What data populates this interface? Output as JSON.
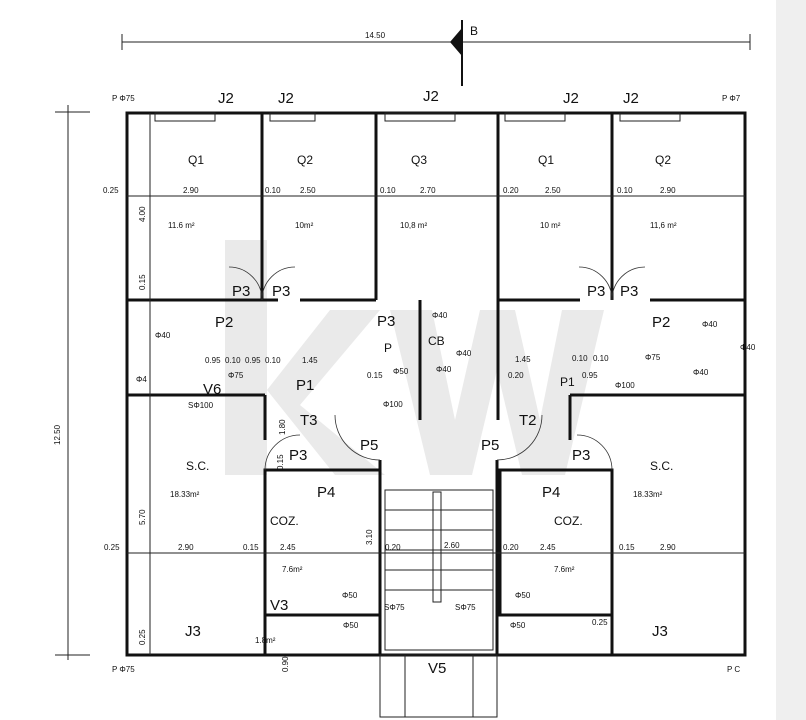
{
  "plan": {
    "overall_width": "14.50",
    "overall_depth": "12.50",
    "section_mark": "B",
    "watermark": "kw",
    "corner_pipes": [
      "P Φ75",
      "P Φ7",
      "P Φ75",
      "P C"
    ],
    "windows_top": [
      "J2",
      "J2",
      "J2",
      "J2",
      "J2"
    ],
    "rooms": {
      "q1_left": {
        "name": "Q1",
        "area": "11.6  m²",
        "dims": [
          "0.25",
          "2.90",
          "4.00"
        ]
      },
      "q2_left": {
        "name": "Q2",
        "area": "10m²",
        "dims": [
          "0.10",
          "2.50"
        ]
      },
      "q3": {
        "name": "Q3",
        "area": "10,8  m²",
        "dims": [
          "0.10",
          "2.70"
        ]
      },
      "q1_right": {
        "name": "Q1",
        "area": "10  m²",
        "dims": [
          "0.20",
          "2.50"
        ]
      },
      "q2_right": {
        "name": "Q2",
        "area": "11,6  m²",
        "dims": [
          "0.10",
          "2.90"
        ]
      },
      "sc_left": {
        "name": "S.C.",
        "area": "18.33m²",
        "dims": [
          "0.25",
          "2.90",
          "0.15",
          "5.70"
        ]
      },
      "sc_right": {
        "name": "S.C.",
        "area": "18.33m²",
        "dims": [
          "0.15",
          "2.90"
        ]
      },
      "coz_left": {
        "name": "COZ.",
        "area": "7.6m²",
        "dims": [
          "2.45",
          "3.10"
        ]
      },
      "coz_right": {
        "name": "COZ.",
        "area": "7.6m²",
        "dims": [
          "0.20",
          "2.45"
        ]
      },
      "cb": {
        "name": "CB"
      },
      "balcony_left": {
        "area": "1.8m²"
      }
    },
    "doors": [
      "P3",
      "P3",
      "P3",
      "P3",
      "P3",
      "P2",
      "P2",
      "P1",
      "P1",
      "P3",
      "P3",
      "P5",
      "P5",
      "P4",
      "P4",
      "P"
    ],
    "windows_other": [
      "V6",
      "V3",
      "V5",
      "J3",
      "J3",
      "T3",
      "T2"
    ],
    "pipes": [
      "Φ40",
      "Φ75",
      "Φ4",
      "SΦ100",
      "Φ40",
      "Φ40",
      "Φ40",
      "Φ50",
      "Φ100",
      "Φ40",
      "Φ75",
      "Φ40",
      "Φ40",
      "Φ100",
      "Φ50",
      "Φ50",
      "SΦ75",
      "SΦ75",
      "Φ50",
      "Φ50"
    ],
    "dims_misc": [
      "0.95",
      "0.10",
      "0.95",
      "0.10",
      "1.45",
      "1.45",
      "0.20",
      "0.10",
      "0.10",
      "0.95",
      "0.15",
      "1.80",
      "0.15",
      "0.20",
      "2.60",
      "0.25",
      "0.25",
      "0.90",
      "0.15"
    ]
  }
}
